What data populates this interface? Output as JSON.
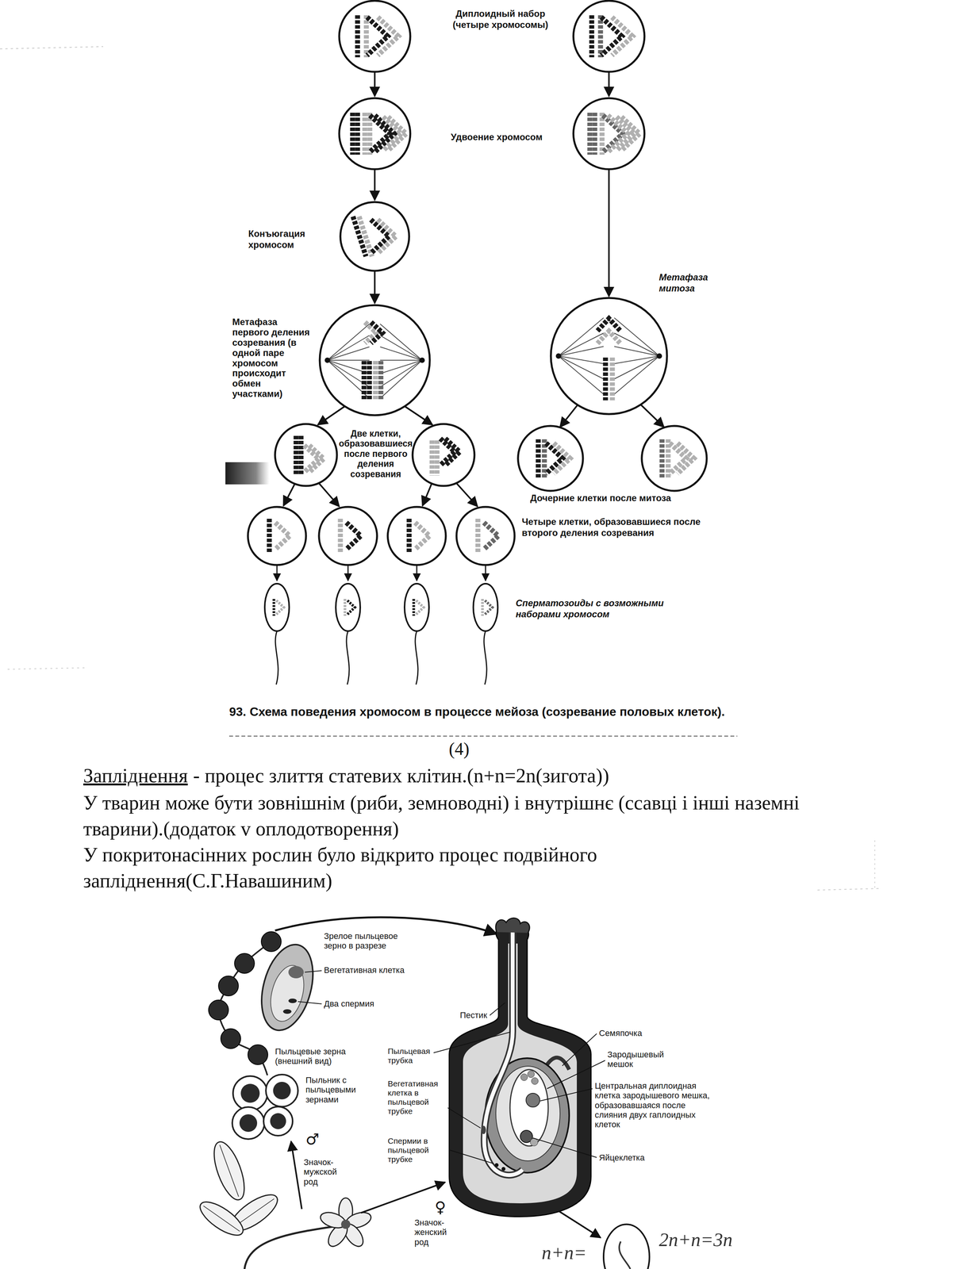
{
  "diagram": {
    "caption": "93. Схема поведения хромосом в процессе мейоза (созревание половых клеток).",
    "labels": [
      "Диплоидный набор (четыре хромосомы)",
      "Удвоение хромосом",
      "Конъюгация хромосом",
      "Метафаза митоза",
      "Метафаза первого деления созревания (в одной паре хромосом происходит обмен участками)",
      "Две клетки, образовавшиеся после первого деления созревания",
      "Дочерние клетки после митоза",
      "Четыре клетки, образовавшиеся после второго деления созревания",
      "Сперматозоиды с возможными наборами хромосом",
      "(4)",
      "Запліднення",
      "- процес злиття статевих клітин.(n+n=2n(зигота))",
      "У тварин може бути зовнішнім (риби, земноводні) і внутрішнє (ссавці і інші наземні тварини).(додаток v оплодотворення)",
      "У покритонасінних рослин було відкрито процес подвійного запліднення(С.Г.Навашиним)",
      "Зрелое пыльцевое зерно в разрезе",
      "Вегетативная клетка",
      "Два спермия",
      "Пестик",
      "Семяпочка",
      "Пыльцевые зерна (внешний вид)",
      "Пыльцевая трубка",
      "Зародышевый мешок",
      "Пыльник с пыльцевыми зернами",
      "Вегетативная клетка в пыльцевой трубке",
      "Центральная диплоидная клетка зародышевого мешка, образовавшаяся после слияния двух гаплоидных клеток",
      "♂",
      "Значок- мужской род",
      "Спермии в пыльцевой трубке",
      "Яйцеклетка",
      "♀",
      "Значок- женский род",
      "2n+n=3n",
      "n+n="
    ]
  }
}
